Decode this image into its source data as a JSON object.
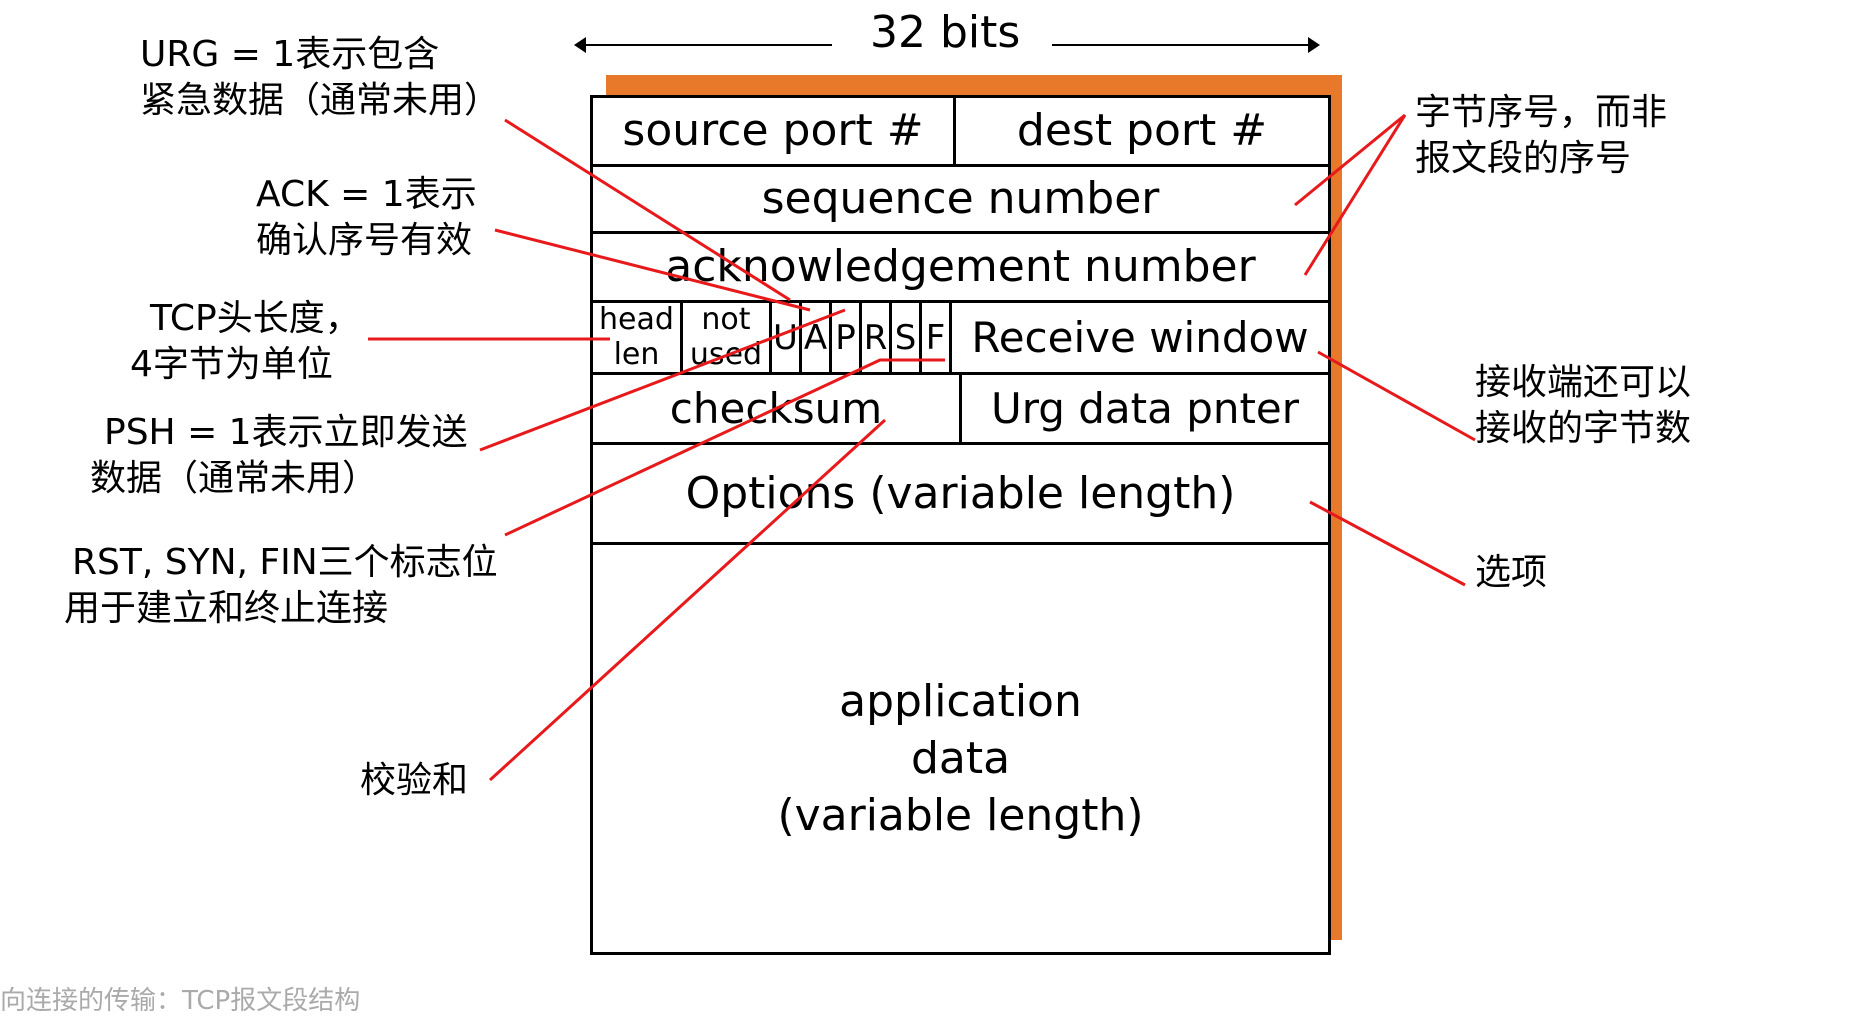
{
  "header": {
    "width_label": "32 bits"
  },
  "segment": {
    "source_port": "source port #",
    "dest_port": "dest port #",
    "sequence_number": "sequence number",
    "acknowledgement_number": "acknowledgement number",
    "head_len_1": "head",
    "head_len_2": "len",
    "not_used_1": "not",
    "not_used_2": "used",
    "flags": [
      "U",
      "A",
      "P",
      "R",
      "S",
      "F"
    ],
    "receive_window": "Receive window",
    "checksum": "checksum",
    "urg_pointer": "Urg data pnter",
    "options": "Options (variable length)",
    "app_data_1": "application",
    "app_data_2": "data",
    "app_data_3": "(variable length)"
  },
  "annotations": {
    "urg_1": "URG = 1表示包含",
    "urg_2": "紧急数据（通常未用）",
    "ack_1": "ACK = 1表示",
    "ack_2": "确认序号有效",
    "hlen_1": "TCP头长度，",
    "hlen_2": "4字节为单位",
    "psh_1": "PSH = 1表示立即发送",
    "psh_2": "数据（通常未用）",
    "rsf_1": "RST, SYN, FIN三个标志位",
    "rsf_2": "用于建立和终止连接",
    "checksum": "校验和",
    "seq_1": "字节序号，而非",
    "seq_2": "报文段的序号",
    "rwnd_1": "接收端还可以",
    "rwnd_2": "接收的字节数",
    "options": "选项"
  },
  "footer": {
    "caption": "向连接的传输：TCP报文段结构"
  },
  "colors": {
    "accent": "#e8792b",
    "pointer_line": "#e8191b"
  }
}
